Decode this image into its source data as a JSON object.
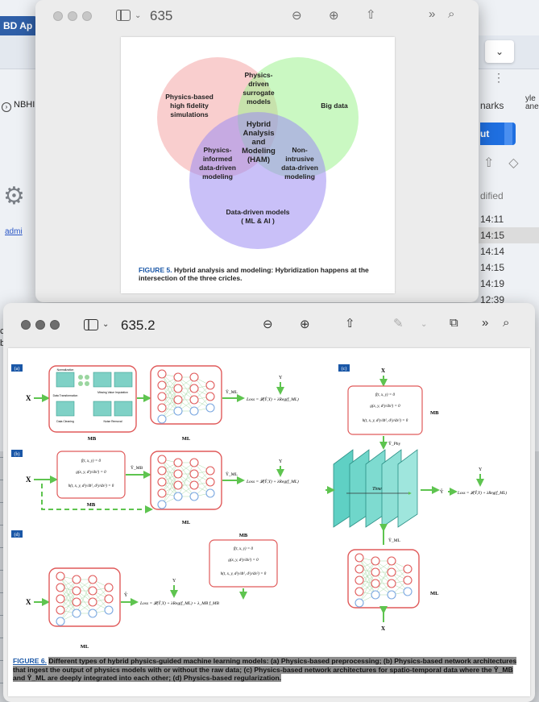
{
  "bg_browser": {
    "tab_label": "BD Ap",
    "nav_label": "NBHI",
    "admin_link": "admi",
    "edge_c": "c",
    "edge_b": "b"
  },
  "right_panel": {
    "menu_chevron": "⌄",
    "dots": "⋮",
    "bookmarks": "narks",
    "yle_line1": "yle",
    "yle_line2": "ane",
    "out_button": "ut",
    "modified_label": "dified",
    "times": [
      "14:11",
      "14:15",
      "14:14",
      "14:15",
      "14:19",
      "12:39"
    ],
    "selected_time_index": 1
  },
  "top_window": {
    "title": "635",
    "venn": {
      "circle_physics": "Physics-based high fidelity simulations",
      "circle_bigdata": "Big data",
      "circle_datadriven": "Data-driven models ( ML & AI )",
      "overlap_surrogate": "Physics- driven surrogate models",
      "overlap_informed": "Physics- informed data-driven modeling",
      "overlap_nonintrusive": "Non- intrusive data-driven modeling",
      "center": "Hybrid Analysis and Modeling (HAM)",
      "colors": {
        "physics": "#f4a6a6",
        "bigdata": "#9ef28f",
        "datadriven": "#9c8cf2"
      }
    },
    "caption_label": "FIGURE 5.",
    "caption_text": "Hybrid analysis and modeling: Hybridization happens at the intersection of the three cricles."
  },
  "bottom_window": {
    "title": "635.2",
    "panels": {
      "a_label": "(a)",
      "b_label": "(b)",
      "c_label": "(c)",
      "d_label": "(d)",
      "mb": "MB",
      "ml": "ML",
      "x": "X",
      "y": "Y",
      "time": "Time",
      "a_tiles": [
        "Normalization",
        "Missing Value Imputation",
        "Data Transformation",
        "Data Cleaning",
        "Noise Removal"
      ],
      "loss_a": "Loss = 𝓛(Ŷ,Y) + λReg(f_ML)",
      "loss_b": "Loss = 𝓛(Ŷ,Y) + λReg(f_ML)",
      "loss_c": "Loss = 𝓛(Ŷ,Y) + λReg(f_ML)",
      "loss_d": "Loss = 𝓛(Ŷ,Y) + λReg(f_ML) + λ_MB f_MB",
      "eq1": "f(t, x, y) = 0",
      "eq2": "g(x, y, d²y/dx²) = 0",
      "eq3": "h(t, x, y, d²y/dt², d²y/dx²) = 0",
      "y_ml": "Ŷ_ML",
      "y_mb": "Ŷ_MB",
      "y_phy": "Ŷ_Phy",
      "y_hat": "Ŷ"
    },
    "caption_label": "FIGURE 6.",
    "caption_text": "Different types of hybrid physics-guided machine learning models: (a) Physics-based preprocessing; (b) Physics-based network architectures that ingest the output of physics models with or without the raw data; (c) Physics-based network architectures for spatio-temporal data where the Ŷ_MB and Ŷ_ML are deeply integrated into each other; (d) Physics-based regularization."
  }
}
